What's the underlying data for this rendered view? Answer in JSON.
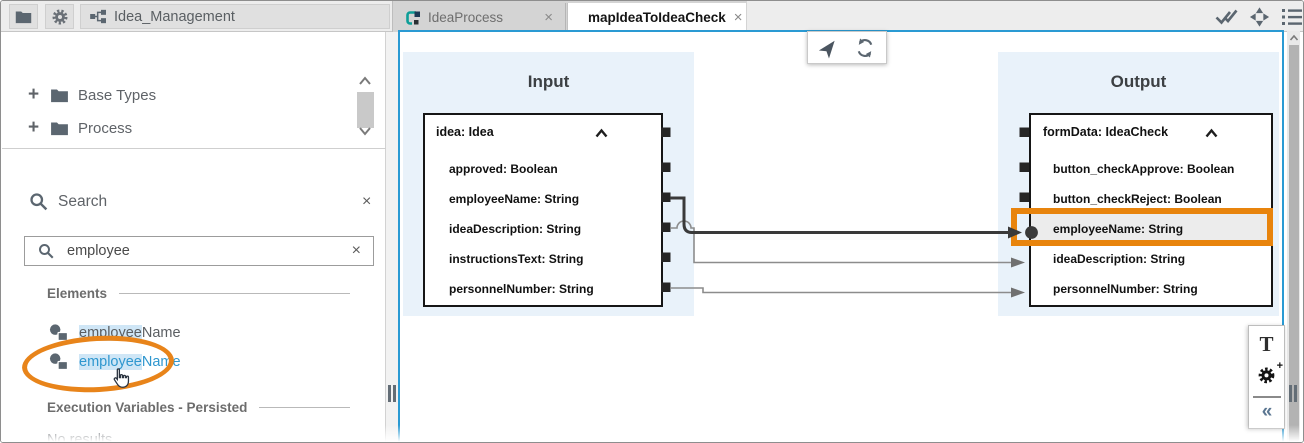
{
  "glyphs": {
    "close": "×",
    "plus": "+",
    "collapse_left": "«",
    "text_tool": "T"
  },
  "colors": {
    "canvas_border": "#2a9ad3",
    "column_bg": "#e9f2fa",
    "highlight_orange": "#e8840d",
    "search_match_bg": "#cfe6f6",
    "link_blue": "#2f97cf",
    "thick_line": "#3a3a3a",
    "thin_line": "#8c8c8c"
  },
  "top_bar": {
    "project_label": "Idea_Management",
    "tabs": [
      {
        "label": "IdeaProcess",
        "active": false,
        "icon": "process-icon"
      },
      {
        "label": "mapIdeaToIdeaCheck",
        "active": true,
        "icon": "gear-icon"
      }
    ],
    "right_icons": [
      "double-check-icon",
      "merge-icon",
      "list-icon"
    ]
  },
  "left_panel": {
    "tree": {
      "items": [
        {
          "label": "Base Types"
        },
        {
          "label": "Process"
        }
      ]
    },
    "search": {
      "title": "Search",
      "value": "employee"
    },
    "elements": {
      "title": "Elements",
      "items": [
        {
          "match": "employee",
          "rest": "Name",
          "hovered": false
        },
        {
          "match": "employee",
          "rest": "Name",
          "hovered": true
        }
      ]
    },
    "execution_variables": {
      "title": "Execution Variables - Persisted",
      "empty_text": "No results."
    }
  },
  "canvas": {
    "input_column": {
      "title": "Input",
      "node": {
        "title": "idea: Idea",
        "fields": [
          "approved: Boolean",
          "employeeName: String",
          "ideaDescription: String",
          "instructionsText: String",
          "personnelNumber: String"
        ]
      }
    },
    "output_column": {
      "title": "Output",
      "node": {
        "title": "formData: IdeaCheck",
        "fields": [
          "button_checkApprove: Boolean",
          "button_checkReject: Boolean",
          "employeeName: String",
          "ideaDescription: String",
          "personnelNumber: String"
        ],
        "highlighted_field": "employeeName: String"
      }
    },
    "mappings": [
      {
        "from": "employeeName: String",
        "to": "employeeName: String",
        "emphasis": "thick",
        "selected": true
      },
      {
        "from": "ideaDescription: String",
        "to": "ideaDescription: String",
        "emphasis": "thin",
        "selected": false
      },
      {
        "from": "personnelNumber: String",
        "to": "personnelNumber: String",
        "emphasis": "thin",
        "selected": false
      }
    ]
  }
}
